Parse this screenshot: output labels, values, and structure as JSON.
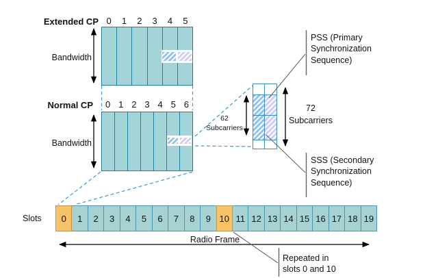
{
  "colors": {
    "cell_teal": "#a5d4d8",
    "grid_border": "#1f7f9e",
    "slot_teal": "#a6d2d4",
    "slot_border": "#4795b5",
    "slot_orange": "#f8c368",
    "slot_orange_border": "#cd9136",
    "sss_hatch": "#8fc2ee",
    "pss_hatch": "#cdccfa",
    "dashed_blue": "#4a9fd4",
    "box_border": "#3a8fc7",
    "pointer_gray": "#666666"
  },
  "extended_cp": {
    "label": "Extended CP",
    "bandwidth_label": "Bandwidth",
    "symbol_numbers": [
      "0",
      "1",
      "2",
      "3",
      "4",
      "5"
    ]
  },
  "normal_cp": {
    "label": "Normal CP",
    "bandwidth_label": "Bandwidth",
    "symbol_numbers": [
      "0",
      "1",
      "2",
      "3",
      "4",
      "5",
      "6"
    ]
  },
  "zoom_detail": {
    "inner_label": "62\nSubcarriers",
    "outer_label": "72\nSubcarriers"
  },
  "pss_label": "PSS (Primary\nSynchronization\nSequence)",
  "sss_label": "SSS (Secondary\nSynchronization\nSequence)",
  "slots": {
    "label": "Slots",
    "numbers": [
      "0",
      "1",
      "2",
      "3",
      "4",
      "5",
      "6",
      "7",
      "8",
      "9",
      "10",
      "11",
      "12",
      "13",
      "14",
      "15",
      "16",
      "17",
      "18",
      "19"
    ],
    "highlighted_indexes": [
      0,
      10
    ]
  },
  "radio_frame_label": "Radio Frame",
  "repeated_label": "Repeated in\nslots 0 and 10"
}
